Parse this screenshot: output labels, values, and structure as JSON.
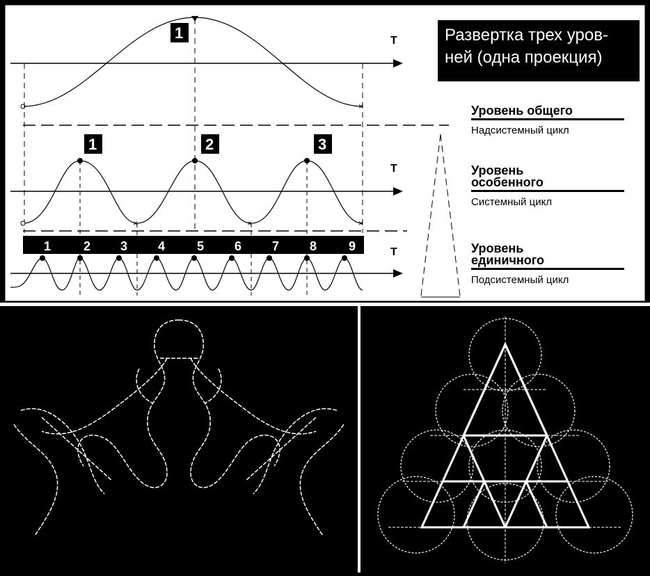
{
  "title": {
    "line1": "Развертка трех уров-",
    "line2": "ней (одна проекция)"
  },
  "axis_label": "T",
  "levels": [
    {
      "heading": "Уровень общего",
      "heading2": "",
      "cycle": "Надсистемный цикл"
    },
    {
      "heading": "Уровень",
      "heading2": "особенного",
      "cycle": "Системный цикл"
    },
    {
      "heading": "Уровень",
      "heading2": "единичного",
      "cycle": "Подсистемный цикл"
    }
  ],
  "markers_level1": [
    "1"
  ],
  "markers_level2": [
    "1",
    "2",
    "3"
  ],
  "markers_level3": [
    "1",
    "2",
    "3",
    "4",
    "5",
    "6",
    "7",
    "8",
    "9"
  ],
  "colors": {
    "ink": "#000000",
    "paper": "#ffffff",
    "line_art": "#ffffff"
  }
}
